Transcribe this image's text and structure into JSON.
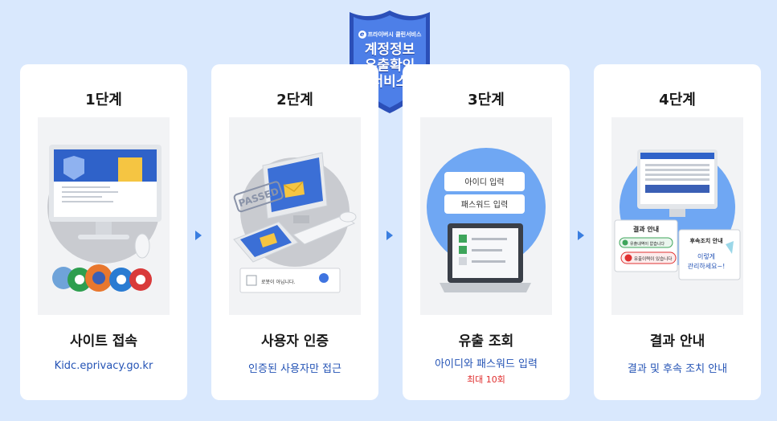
{
  "badge": {
    "brand": "프라이버시 클린서비스",
    "title_line1": "계정정보",
    "title_line2": "유출확인",
    "title_line3": "서비스"
  },
  "steps": [
    {
      "step": "1단계",
      "name": "사이트 접속",
      "desc": "Kidc.eprivacy.go.kr"
    },
    {
      "step": "2단계",
      "name": "사용자 인증",
      "desc": "인증된 사용자만 접근",
      "stamp": "PASSED",
      "captcha": "로봇이 아닙니다."
    },
    {
      "step": "3단계",
      "name": "유출 조회",
      "desc": "아이디와 패스워드 입력",
      "note": "최대 10회",
      "field_id": "아이디 입력",
      "field_pw": "패스워드 입력"
    },
    {
      "step": "4단계",
      "name": "결과 안내",
      "desc": "결과 및 후속 조치 안내",
      "result_title": "결과 안내",
      "result_ok": "유출내역이 없습니다",
      "result_bad": "유출이력이 있습니다",
      "followup_title": "후속조치 안내",
      "followup_text1": "이렇게",
      "followup_text2": "관리하세요~!"
    }
  ],
  "colors": {
    "background": "#d9e8fd",
    "accent_blue": "#2453b5",
    "arrow": "#3a7ee0",
    "note_red": "#e03030",
    "badge_blue": "#3767e0"
  }
}
